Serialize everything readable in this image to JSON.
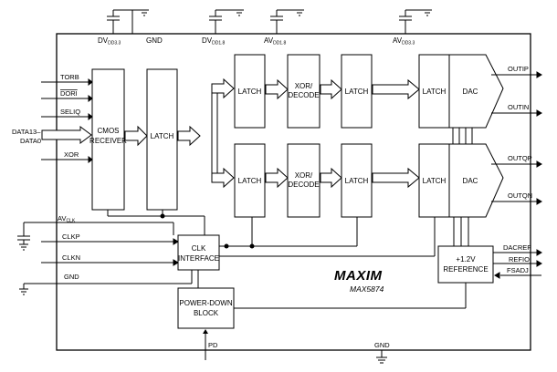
{
  "supplies": {
    "dvdd33": {
      "main": "DV",
      "sub": "DD3.3"
    },
    "gnd_top": "GND",
    "dvdd18": {
      "main": "DV",
      "sub": "DD1.8"
    },
    "avdd18": {
      "main": "AV",
      "sub": "DD1.8"
    },
    "avdd33": {
      "main": "AV",
      "sub": "DD3.3"
    },
    "gnd_bottom": "GND"
  },
  "inputs": {
    "torb": "TORB",
    "dori": "DORI",
    "seliq": "SELIQ",
    "data_hi": "DATA13–",
    "data_lo": "DATA0",
    "xor": "XOR",
    "avclk": {
      "main": "AV",
      "sub": "CLK"
    },
    "clkp": "CLKP",
    "clkn": "CLKN",
    "gnd": "GND",
    "pd": "PD"
  },
  "outputs": {
    "outip": "OUTIP",
    "outin": "OUTIN",
    "outqp": "OUTQP",
    "outqn": "OUTQN",
    "dacref": "DACREF",
    "refio": "REFIO",
    "fsadj": "FSADJ"
  },
  "blocks": {
    "cmos": [
      "CMOS",
      "RECEIVER"
    ],
    "latch": "LATCH",
    "xor_decode": [
      "XOR/",
      "DECODE"
    ],
    "dac": "DAC",
    "clk": [
      "CLK",
      "INTERFACE"
    ],
    "ref": [
      "+1.2V",
      "REFERENCE"
    ],
    "powerdown": [
      "POWER-DOWN",
      "BLOCK"
    ]
  },
  "brand": {
    "logo": "MAXIM",
    "part": "MAX5874"
  }
}
